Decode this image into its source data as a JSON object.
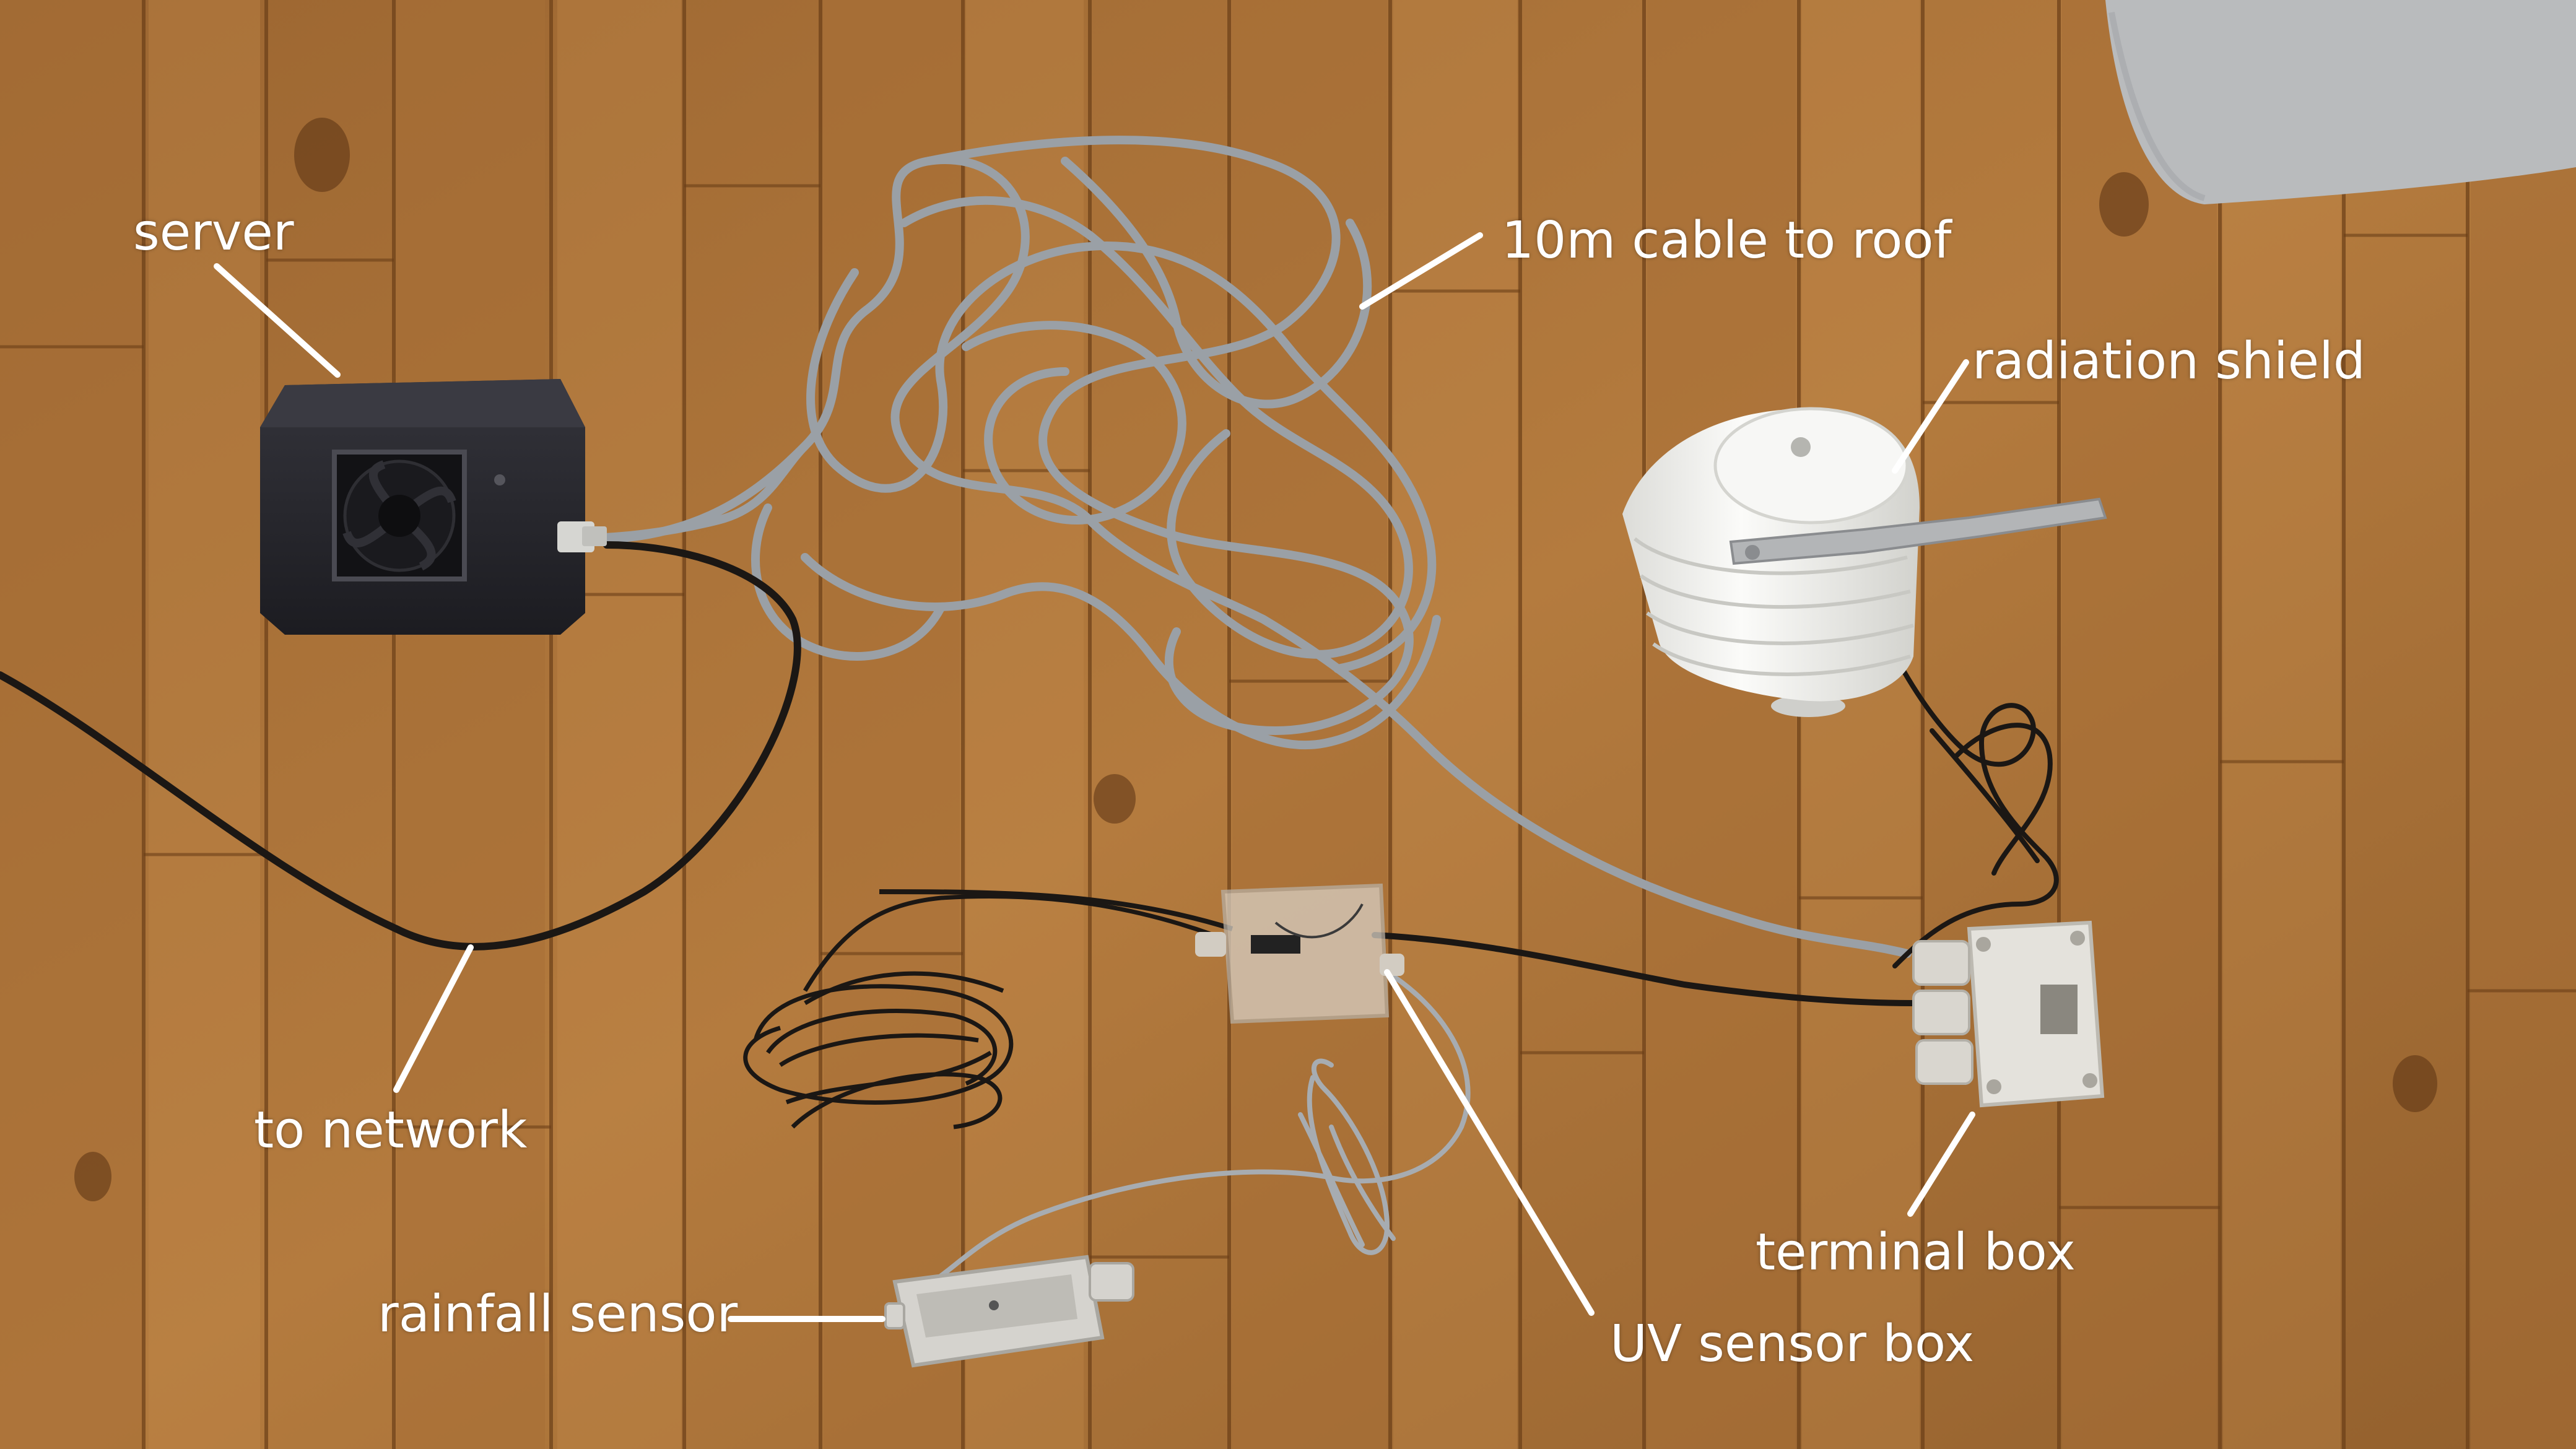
{
  "labels": {
    "server": "server",
    "cable": "10m cable to roof",
    "shield": "radiation shield",
    "network": "to network",
    "terminal": "terminal box",
    "rainfall": "rainfall sensor",
    "uv": "UV sensor box"
  },
  "colors": {
    "floor_light": "#b07a3f",
    "floor_dark": "#7a4a20",
    "rug": "#b9bbbd",
    "server_box": "#26262c",
    "grey_cable": "#9aa0a6",
    "black_cable": "#1b1714",
    "label_text": "#ffffff",
    "enclosure_grey": "#e4e2dc",
    "shield_white": "#f3f3f1"
  }
}
